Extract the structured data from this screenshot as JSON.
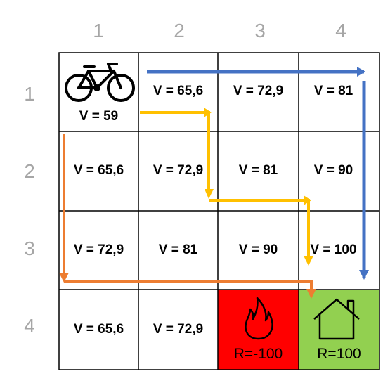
{
  "grid": {
    "col_headers": [
      "1",
      "2",
      "3",
      "4"
    ],
    "row_headers": [
      "1",
      "2",
      "3",
      "4"
    ],
    "cells": [
      [
        "V = 59",
        "V = 65,6",
        "V = 72,9",
        "V = 81"
      ],
      [
        "V = 65,6",
        "V = 72,9",
        "V = 81",
        "V = 90"
      ],
      [
        "V = 72,9",
        "V = 81",
        "V = 90",
        "V = 100"
      ],
      [
        "V = 65,6",
        "V = 72,9",
        "R=-100",
        "R=100"
      ]
    ]
  },
  "icons": {
    "start": "bicycle-icon",
    "hazard": "fire-icon",
    "goal": "house-icon"
  },
  "colors": {
    "hazard_cell": "#ff0000",
    "goal_cell": "#92d050",
    "path_blue": "#4472c4",
    "path_yellow": "#ffc000",
    "path_orange": "#ed7d31",
    "header_text": "#a6a6a6"
  }
}
